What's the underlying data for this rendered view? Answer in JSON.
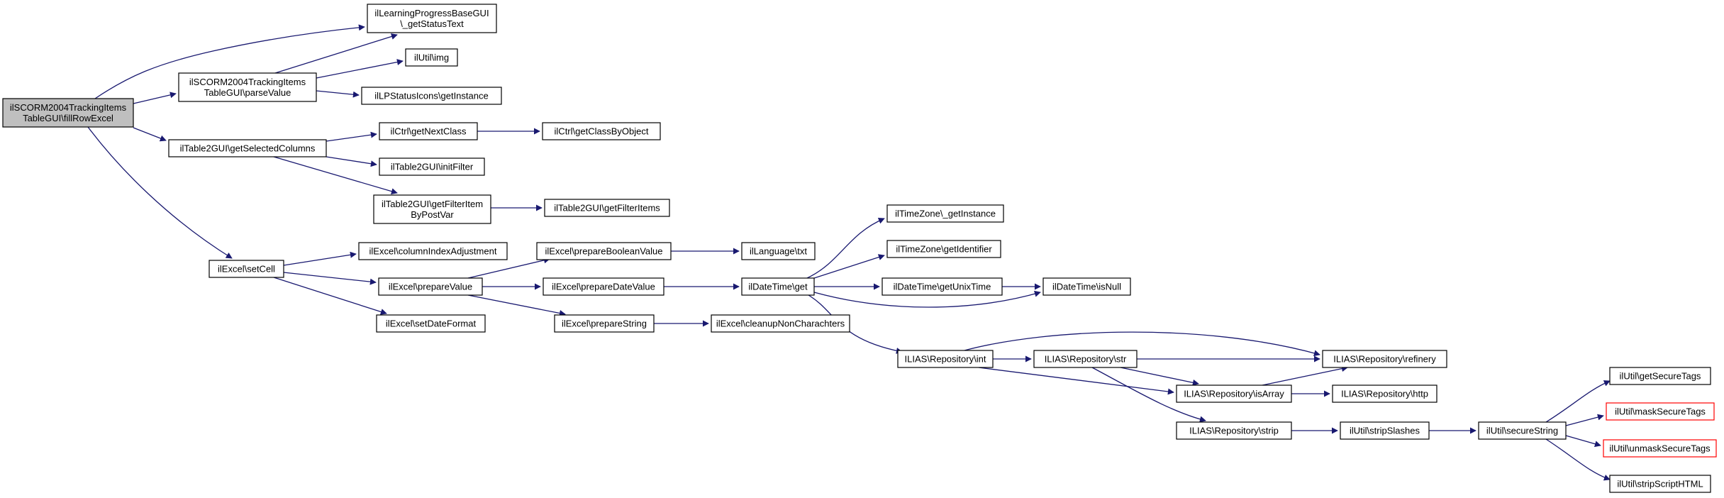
{
  "graph": {
    "type": "call-graph",
    "colors": {
      "edge": "#191970",
      "node_border": "#000000",
      "truncated_border": "#ff0000",
      "root_fill": "#bfbfbf",
      "node_fill": "#ffffff"
    },
    "nodes": [
      {
        "id": "fillRowExcel",
        "lines": [
          "ilSCORM2004TrackingItems",
          "TableGUI\\fillRowExcel"
        ],
        "style": "root"
      },
      {
        "id": "getStatusText",
        "lines": [
          "ilLearningProgressBaseGUI",
          "\\_getStatusText"
        ]
      },
      {
        "id": "parseValue",
        "lines": [
          "ilSCORM2004TrackingItems",
          "TableGUI\\parseValue"
        ]
      },
      {
        "id": "img",
        "lines": [
          "ilUtil\\img"
        ]
      },
      {
        "id": "lpGetInstance",
        "lines": [
          "ilLPStatusIcons\\getInstance"
        ]
      },
      {
        "id": "getSelectedColumns",
        "lines": [
          "ilTable2GUI\\getSelectedColumns"
        ]
      },
      {
        "id": "getNextClass",
        "lines": [
          "ilCtrl\\getNextClass"
        ]
      },
      {
        "id": "getClassByObject",
        "lines": [
          "ilCtrl\\getClassByObject"
        ]
      },
      {
        "id": "initFilter",
        "lines": [
          "ilTable2GUI\\initFilter"
        ]
      },
      {
        "id": "getFilterItemByPostVar",
        "lines": [
          "ilTable2GUI\\getFilterItem",
          "ByPostVar"
        ]
      },
      {
        "id": "getFilterItems",
        "lines": [
          "ilTable2GUI\\getFilterItems"
        ]
      },
      {
        "id": "setCell",
        "lines": [
          "ilExcel\\setCell"
        ]
      },
      {
        "id": "columnIndexAdjustment",
        "lines": [
          "ilExcel\\columnIndexAdjustment"
        ]
      },
      {
        "id": "prepareValue",
        "lines": [
          "ilExcel\\prepareValue"
        ]
      },
      {
        "id": "setDateFormat",
        "lines": [
          "ilExcel\\setDateFormat"
        ]
      },
      {
        "id": "prepareBooleanValue",
        "lines": [
          "ilExcel\\prepareBooleanValue"
        ]
      },
      {
        "id": "prepareDateValue",
        "lines": [
          "ilExcel\\prepareDateValue"
        ]
      },
      {
        "id": "prepareString",
        "lines": [
          "ilExcel\\prepareString"
        ]
      },
      {
        "id": "txt",
        "lines": [
          "ilLanguage\\txt"
        ]
      },
      {
        "id": "dtGet",
        "lines": [
          "ilDateTime\\get"
        ]
      },
      {
        "id": "cleanupNonCharachters",
        "lines": [
          "ilExcel\\cleanupNonCharachters"
        ]
      },
      {
        "id": "tzGetInstance",
        "lines": [
          "ilTimeZone\\_getInstance"
        ]
      },
      {
        "id": "getIdentifier",
        "lines": [
          "ilTimeZone\\getIdentifier"
        ]
      },
      {
        "id": "getUnixTime",
        "lines": [
          "ilDateTime\\getUnixTime"
        ]
      },
      {
        "id": "isNull",
        "lines": [
          "ilDateTime\\isNull"
        ]
      },
      {
        "id": "repoInt",
        "lines": [
          "ILIAS\\Repository\\int"
        ]
      },
      {
        "id": "repoStr",
        "lines": [
          "ILIAS\\Repository\\str"
        ]
      },
      {
        "id": "refinery",
        "lines": [
          "ILIAS\\Repository\\refinery"
        ]
      },
      {
        "id": "isArray",
        "lines": [
          "ILIAS\\Repository\\isArray"
        ]
      },
      {
        "id": "http",
        "lines": [
          "ILIAS\\Repository\\http"
        ]
      },
      {
        "id": "strip",
        "lines": [
          "ILIAS\\Repository\\strip"
        ]
      },
      {
        "id": "stripSlashes",
        "lines": [
          "ilUtil\\stripSlashes"
        ]
      },
      {
        "id": "secureString",
        "lines": [
          "ilUtil\\secureString"
        ]
      },
      {
        "id": "getSecureTags",
        "lines": [
          "ilUtil\\getSecureTags"
        ]
      },
      {
        "id": "maskSecureTags",
        "lines": [
          "ilUtil\\maskSecureTags"
        ],
        "style": "truncated"
      },
      {
        "id": "unmaskSecureTags",
        "lines": [
          "ilUtil\\unmaskSecureTags"
        ],
        "style": "truncated"
      },
      {
        "id": "stripScriptHTML",
        "lines": [
          "ilUtil\\stripScriptHTML"
        ]
      }
    ],
    "edges": [
      [
        "fillRowExcel",
        "getStatusText"
      ],
      [
        "fillRowExcel",
        "parseValue"
      ],
      [
        "fillRowExcel",
        "getSelectedColumns"
      ],
      [
        "fillRowExcel",
        "setCell"
      ],
      [
        "parseValue",
        "getStatusText"
      ],
      [
        "parseValue",
        "img"
      ],
      [
        "parseValue",
        "lpGetInstance"
      ],
      [
        "getSelectedColumns",
        "getNextClass"
      ],
      [
        "getSelectedColumns",
        "initFilter"
      ],
      [
        "getSelectedColumns",
        "getFilterItemByPostVar"
      ],
      [
        "getNextClass",
        "getClassByObject"
      ],
      [
        "getFilterItemByPostVar",
        "getFilterItems"
      ],
      [
        "setCell",
        "columnIndexAdjustment"
      ],
      [
        "setCell",
        "prepareValue"
      ],
      [
        "setCell",
        "setDateFormat"
      ],
      [
        "prepareValue",
        "prepareBooleanValue"
      ],
      [
        "prepareValue",
        "prepareDateValue"
      ],
      [
        "prepareValue",
        "prepareString"
      ],
      [
        "prepareBooleanValue",
        "txt"
      ],
      [
        "prepareDateValue",
        "dtGet"
      ],
      [
        "prepareString",
        "cleanupNonCharachters"
      ],
      [
        "dtGet",
        "tzGetInstance"
      ],
      [
        "dtGet",
        "getIdentifier"
      ],
      [
        "dtGet",
        "getUnixTime"
      ],
      [
        "dtGet",
        "isNull"
      ],
      [
        "dtGet",
        "repoInt"
      ],
      [
        "getUnixTime",
        "isNull"
      ],
      [
        "repoInt",
        "refinery"
      ],
      [
        "repoInt",
        "repoStr"
      ],
      [
        "repoInt",
        "isArray"
      ],
      [
        "repoStr",
        "refinery"
      ],
      [
        "repoStr",
        "isArray"
      ],
      [
        "repoStr",
        "strip"
      ],
      [
        "isArray",
        "refinery"
      ],
      [
        "isArray",
        "http"
      ],
      [
        "strip",
        "stripSlashes"
      ],
      [
        "stripSlashes",
        "secureString"
      ],
      [
        "secureString",
        "getSecureTags"
      ],
      [
        "secureString",
        "maskSecureTags"
      ],
      [
        "secureString",
        "unmaskSecureTags"
      ],
      [
        "secureString",
        "stripScriptHTML"
      ]
    ]
  }
}
